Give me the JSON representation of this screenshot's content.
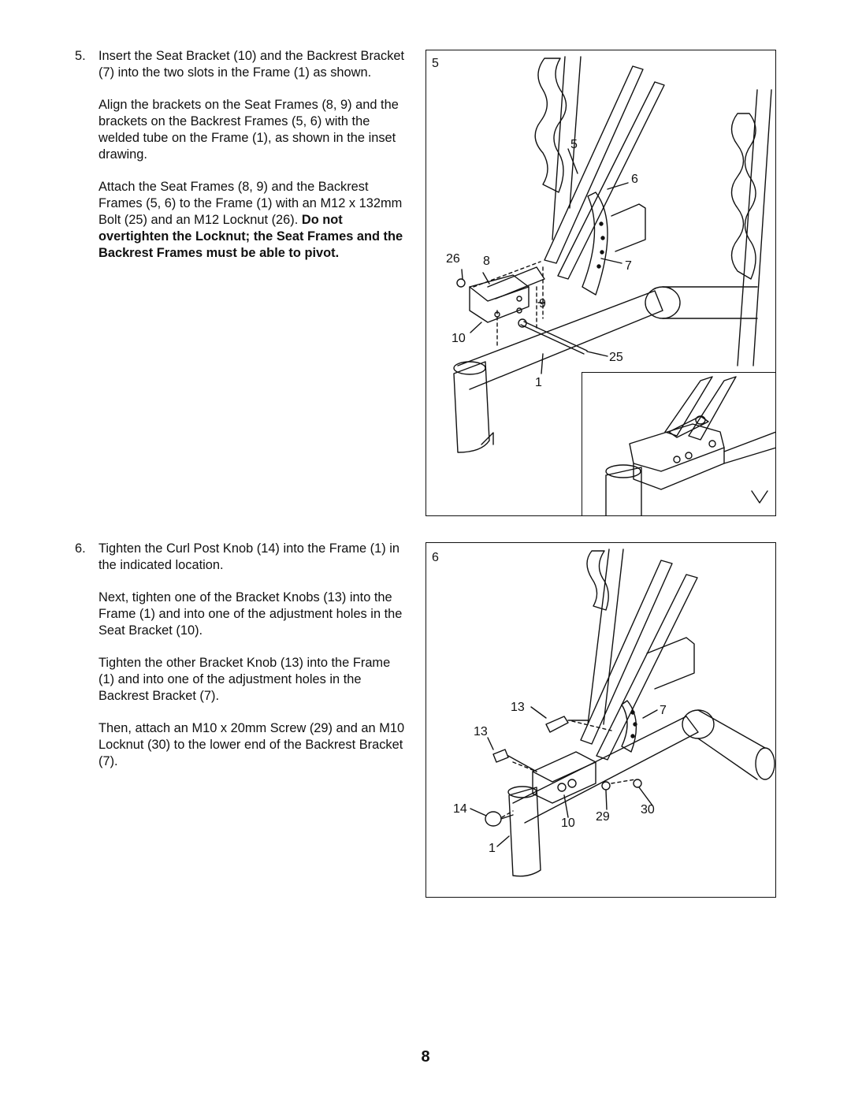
{
  "step5": {
    "number": "5.",
    "para1": "Insert the Seat Bracket (10) and the Backrest Bracket (7) into the two slots in the Frame (1) as shown.",
    "para2": "Align the brackets on the Seat Frames (8, 9) and the brackets on the Backrest Frames (5, 6) with the welded tube on the Frame (1), as shown in the inset drawing.",
    "para3_plain": "Attach the Seat Frames (8, 9) and the Backrest Frames (5, 6) to the Frame (1) with an M12 x 132mm Bolt (25) and an M12 Locknut (26).",
    "para3_bold": "Do not overtighten the Locknut; the Seat Frames and the Backrest Frames must be able to pivot."
  },
  "step6": {
    "number": "6.",
    "para1": "Tighten the Curl Post Knob (14) into the Frame (1) in the indicated location.",
    "para2": "Next, tighten one of the Bracket Knobs (13) into the Frame (1) and into one of the adjustment holes in the Seat Bracket (10).",
    "para3": "Tighten the other Bracket Knob (13) into the Frame (1) and into one of the adjustment holes in the Backrest Bracket (7).",
    "para4": "Then, attach an M10 x 20mm Screw (29) and an M10 Locknut (30) to the lower end of the Backrest Bracket (7)."
  },
  "figure5": {
    "number": "5",
    "callouts": {
      "c5": "5",
      "c6": "6",
      "c26": "26",
      "c8": "8",
      "c7": "7",
      "c9": "9",
      "c10": "10",
      "c25": "25",
      "c1": "1"
    }
  },
  "figure6": {
    "number": "6",
    "callouts": {
      "c13a": "13",
      "c7": "7",
      "c13b": "13",
      "c14": "14",
      "c30": "30",
      "c10": "10",
      "c29": "29",
      "c1": "1"
    }
  },
  "page_number": "8"
}
